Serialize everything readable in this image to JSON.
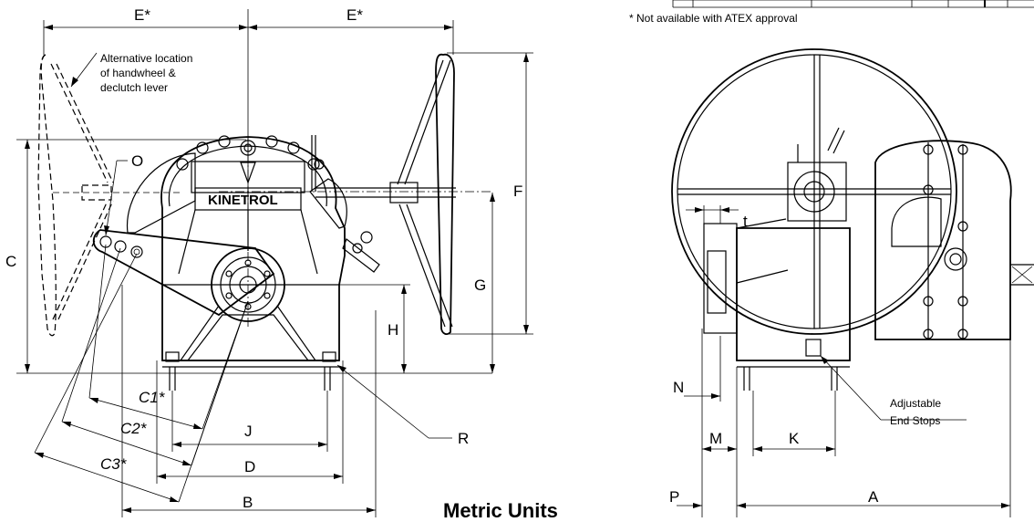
{
  "title": "Metric Units",
  "footnote": "* Not available with ATEX approval",
  "callouts": {
    "alt_location": [
      "Alternative location",
      "of handwheel &",
      "declutch lever"
    ],
    "end_stops": [
      "Adjustable",
      "End Stops"
    ]
  },
  "brand": "KINETROL",
  "dimension_labels": {
    "E_left": "E*",
    "E_right": "E*",
    "O": "O",
    "C": "C",
    "F": "F",
    "G": "G",
    "H": "H",
    "J": "J",
    "C1": "C1*",
    "C2": "C2*",
    "C3": "C3*",
    "D": "D",
    "B": "B",
    "R": "R",
    "t": "t",
    "N": "N",
    "M": "M",
    "K": "K",
    "P": "P",
    "A": "A"
  }
}
